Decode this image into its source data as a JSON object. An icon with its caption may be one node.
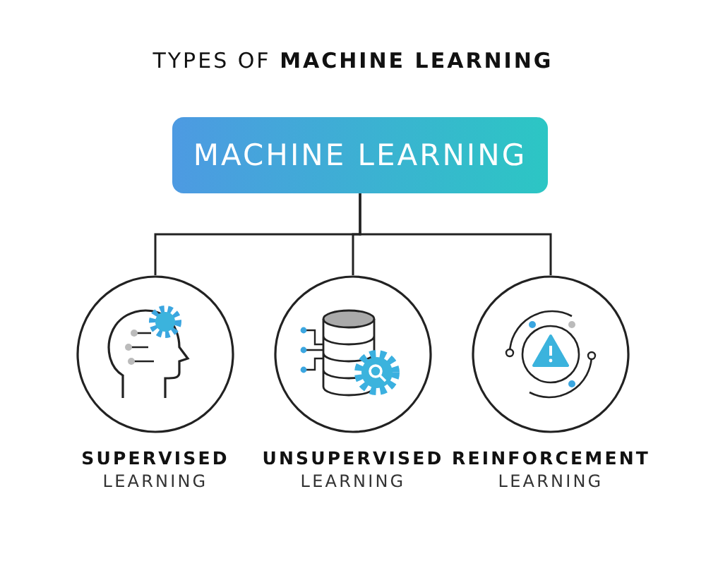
{
  "diagram": {
    "title": "TYPES OF **MACHINE LEARNING**",
    "nodes": [
      {
        "text": [
          "MACHINE LEARNING"
        ]
      },
      {
        "text": [
          "SUPERVISED",
          "LEARNING"
        ]
      },
      {
        "text": [
          "UNSUPERVISED",
          "LEARNING"
        ]
      },
      {
        "text": [
          "REINFORCEMENT",
          "LEARNING"
        ]
      }
    ],
    "edges": [
      {
        "from": 0,
        "to": 1,
        "arrow": "none"
      },
      {
        "from": 0,
        "to": 2,
        "arrow": "none"
      },
      {
        "from": 0,
        "to": 3,
        "arrow": "none"
      }
    ]
  }
}
